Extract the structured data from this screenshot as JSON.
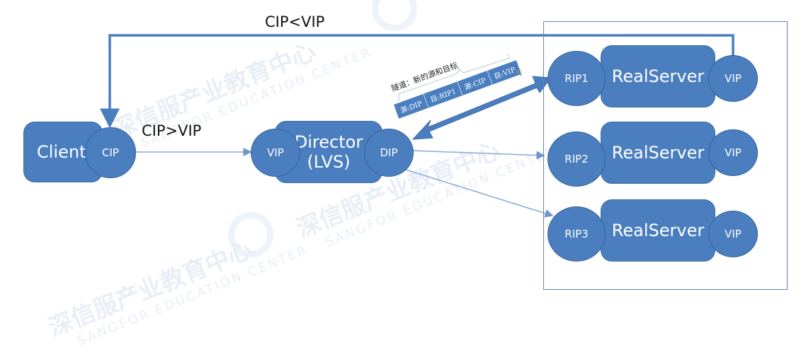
{
  "watermark": {
    "text": "深信服产业教育中心",
    "subtext": "SANGFOR EDUCATION CENTER"
  },
  "colors": {
    "node_fill": "#4a7ebf",
    "line": "#4a7ebf",
    "text": "#111111"
  },
  "flow_labels": {
    "response": "CIP<VIP",
    "request": "CIP>VIP"
  },
  "client": {
    "label": "Client",
    "ip": "CIP"
  },
  "director": {
    "label_line1": "Director",
    "label_line2": "(LVS)",
    "ip_in": "VIP",
    "ip_out": "DIP"
  },
  "tunnel": {
    "label": "隧道：新的源和目标",
    "packet_cells": [
      "源:DIP",
      "目:RIP1",
      "源:CIP",
      "目:VIP"
    ]
  },
  "real_servers": [
    {
      "label": "RealServer",
      "rip": "RIP1",
      "vip": "VIP"
    },
    {
      "label": "RealServer",
      "rip": "RIP2",
      "vip": "VIP"
    },
    {
      "label": "RealServer",
      "rip": "RIP3",
      "vip": "VIP"
    }
  ]
}
